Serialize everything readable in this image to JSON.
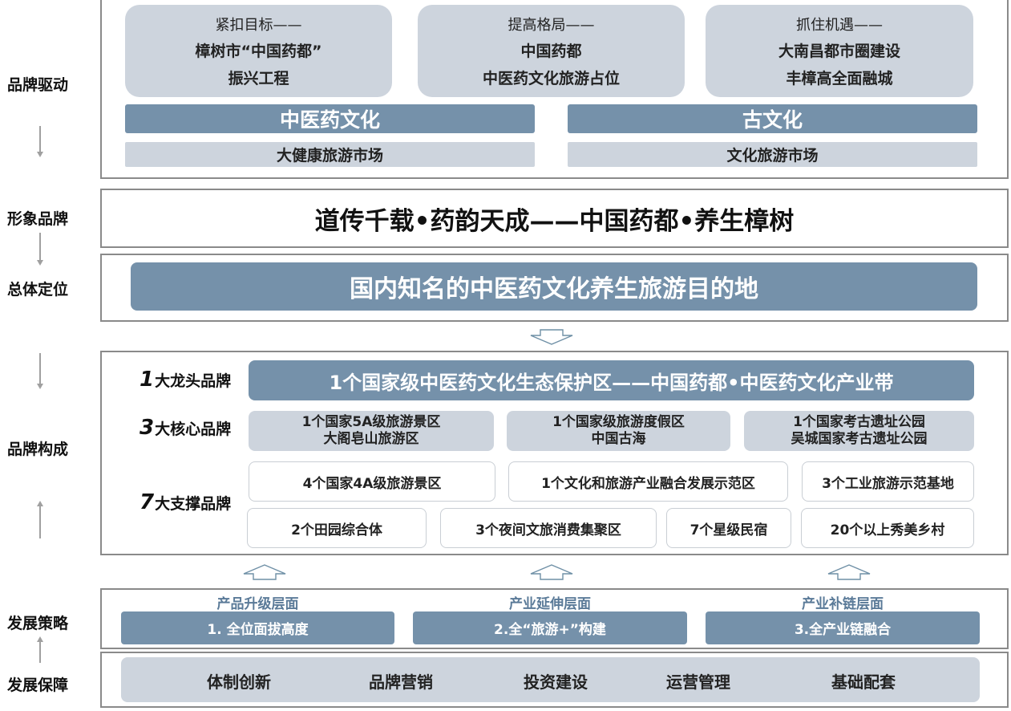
{
  "side_labels": {
    "brand_driver": "品牌驱动",
    "image_brand": "形象品牌",
    "positioning": "总体定位",
    "brand_structure": "品牌构成",
    "strategy": "发展策略",
    "guarantee": "发展保障"
  },
  "driver": {
    "cards": [
      {
        "line1": "紧扣目标——",
        "line2": "樟树市“中国药都”",
        "line3": "振兴工程"
      },
      {
        "line1": "提高格局——",
        "line2": "中国药都",
        "line3": "中医药文化旅游占位"
      },
      {
        "line1": "抓住机遇——",
        "line2": "大南昌都市圈建设",
        "line3": "丰樟高全面融城"
      }
    ],
    "culture_left": "中医药文化",
    "culture_right": "古文化",
    "market_left": "大健康旅游市场",
    "market_right": "文化旅游市场"
  },
  "slogan": "道传千载•药韵天成——中国药都•养生樟树",
  "positioning_text": "国内知名的中医药文化养生旅游目的地",
  "structure": {
    "tier1": {
      "num": "1",
      "label": "大龙头品牌",
      "item": "1个国家级中医药文化生态保护区——中国药都•中医药文化产业带"
    },
    "tier3": {
      "num": "3",
      "label": "大核心品牌",
      "items": [
        {
          "line1": "1个国家5A级旅游景区",
          "line2": "大阁皂山旅游区"
        },
        {
          "line1": "1个国家级旅游度假区",
          "line2": "中国古海"
        },
        {
          "line1": "1个国家考古遗址公园",
          "line2": "吴城国家考古遗址公园"
        }
      ]
    },
    "tier7": {
      "num": "7",
      "label": "大支撑品牌",
      "row1": [
        "4个国家4A级旅游景区",
        "1个文化和旅游产业融合发展示范区",
        "3个工业旅游示范基地"
      ],
      "row2": [
        "2个田园综合体",
        "3个夜间文旅消费集聚区",
        "7个星级民宿",
        "20个以上秀美乡村"
      ]
    }
  },
  "strategy": {
    "columns": [
      {
        "title": "产品升级层面",
        "button": "1. 全位面拔高度"
      },
      {
        "title": "产业延伸层面",
        "button": "2.全“旅游+”构建"
      },
      {
        "title": "产业补链层面",
        "button": "3.全产业链融合"
      }
    ]
  },
  "guarantee": {
    "items": [
      "体制创新",
      "品牌营销",
      "投资建设",
      "运营管理",
      "基础配套"
    ]
  },
  "colors": {
    "dark_bar": "#7591aa",
    "light_bar": "#cdd4dd",
    "frame": "#8a8a8a",
    "strategy_title": "#5a7a98"
  }
}
